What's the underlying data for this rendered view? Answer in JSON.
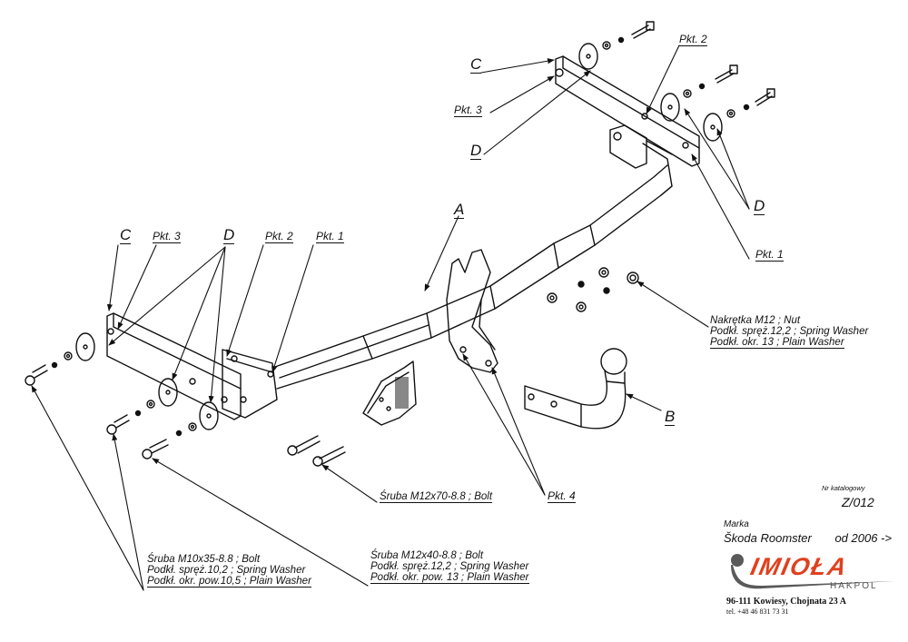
{
  "labels": {
    "A": "A",
    "B": "B",
    "C_top": "C",
    "C_left": "C",
    "D_top": "D",
    "D_right": "D",
    "D_left": "D",
    "pkt1_right": "Pkt. 1",
    "pkt2_top": "Pkt. 2",
    "pkt3_top": "Pkt. 3",
    "pkt3_left": "Pkt. 3",
    "pkt2_left": "Pkt. 2",
    "pkt1_left": "Pkt. 1",
    "pkt4": "Pkt. 4"
  },
  "notes": {
    "nut_group": [
      "Nakrętka  M12 ; Nut",
      "Podkł. spręż.12,2 ; Spring Washer",
      "Podkł. okr. 13 ; Plain Washer"
    ],
    "bolt_m12x70": [
      "Śruba M12x70-8.8 ;  Bolt"
    ],
    "bolt_m10x35": [
      "Śruba M10x35-8.8 ;  Bolt",
      "Podkł. spręż.10,2 ; Spring Washer",
      "Podkł. okr. pow.10,5 ; Plain Washer"
    ],
    "bolt_m12x40": [
      "Śruba M12x40-8.8 ;  Bolt",
      "Podkł. spręż.12,2 ; Spring Washer",
      "Podkł. okr. pow. 13 ; Plain Washer"
    ]
  },
  "titleblock": {
    "catalog_caption": "Nr katalogowy",
    "catalog_number": "Z/012",
    "marka_caption": "Marka",
    "model": "Škoda Roomster",
    "model_year": "od  2006 ->",
    "logo_text": "IMIOŁA",
    "logo_sub": "HAKPOL",
    "address": "96-111 Kowiesy, Chojnata 23 A",
    "phone": "tel. +48 46 831 73 31"
  },
  "colors": {
    "line": "#111111",
    "logo_red": "#e0401e",
    "logo_grey": "#5a5a5a"
  }
}
